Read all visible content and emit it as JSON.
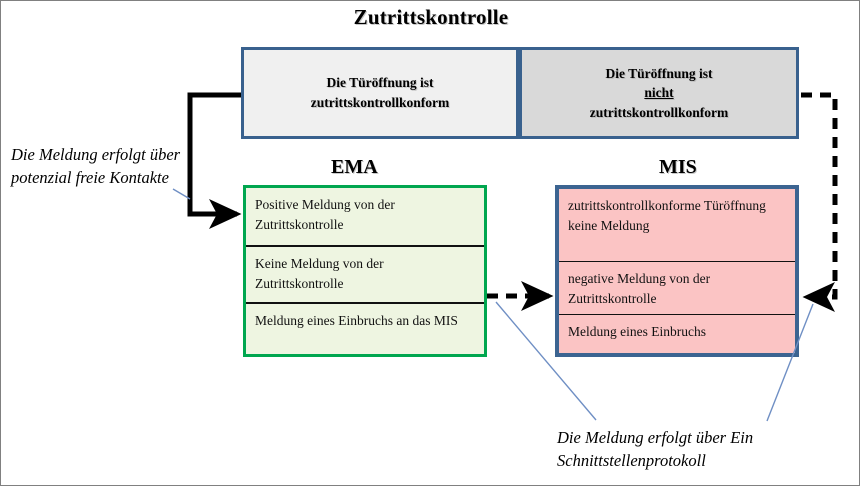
{
  "diagram": {
    "title": "Zutrittskontrolle",
    "top_boxes": [
      {
        "id": "konform",
        "line1": "Die Türöffnung ist",
        "line2": "zutrittskontrollkonform",
        "bg": "#f0f0f0",
        "border": "#39618e"
      },
      {
        "id": "nicht-konform",
        "line1": "Die Türöffnung ist",
        "line2": "nicht",
        "line3": "zutrittskontrollkonform",
        "bg": "#d9d9d9",
        "border": "#39618e"
      }
    ],
    "section_labels": {
      "ema": "EMA",
      "mis": "MIS"
    },
    "ema_box": {
      "border_color": "#00a64f",
      "bg": "#eef5e1",
      "rows": [
        "Positive Meldung von der Zutrittskontrolle",
        "Keine Meldung von der Zutrittskontrolle",
        "Meldung eines Einbruchs an das MIS"
      ]
    },
    "mis_box": {
      "border_color": "#3c6491",
      "bg": "#fbc4c4",
      "rows": [
        "zutrittskontrollkonforme Türöffnung keine Meldung",
        "negative Meldung von der Zutrittskontrolle",
        "Meldung eines Einbruchs"
      ]
    },
    "annotations": {
      "left": "Die Meldung erfolgt über potenzial freie Kontakte",
      "bottom": "Die Meldung erfolgt über Ein Schnittstellenprotokoll"
    },
    "connectors": {
      "solid_color": "#000000",
      "dashed_color": "#000000",
      "leader_color": "#6f8fc4"
    }
  }
}
